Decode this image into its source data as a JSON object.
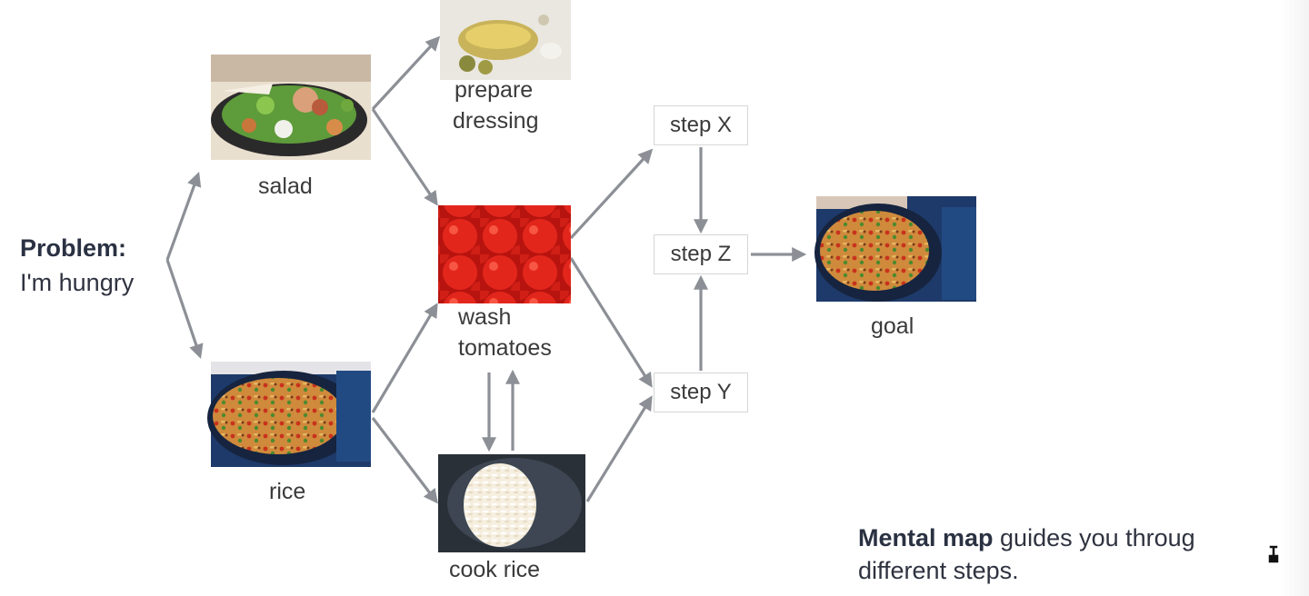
{
  "problem": {
    "title": "Problem:",
    "text": "I'm hungry"
  },
  "nodes": {
    "salad": "salad",
    "rice": "rice",
    "dressing_line1": "prepare",
    "dressing_line2": "dressing",
    "tomatoes_line1": "wash",
    "tomatoes_line2": "tomatoes",
    "cook_rice": "cook rice",
    "goal": "goal"
  },
  "steps": {
    "x": "step X",
    "z": "step Z",
    "y": "step Y"
  },
  "note": {
    "bold": "Mental map",
    "rest_line1": " guides you throug",
    "line2": "different steps."
  },
  "colors": {
    "arrow": "#8c9096",
    "text": "#3a3a3a",
    "box_border": "#d6d6d6"
  },
  "icons": [
    "salad-photo",
    "rice-dish-photo",
    "dressing-bowl-photo",
    "tomatoes-photo",
    "cooked-rice-photo",
    "goal-dish-photo",
    "cursor-icon"
  ]
}
